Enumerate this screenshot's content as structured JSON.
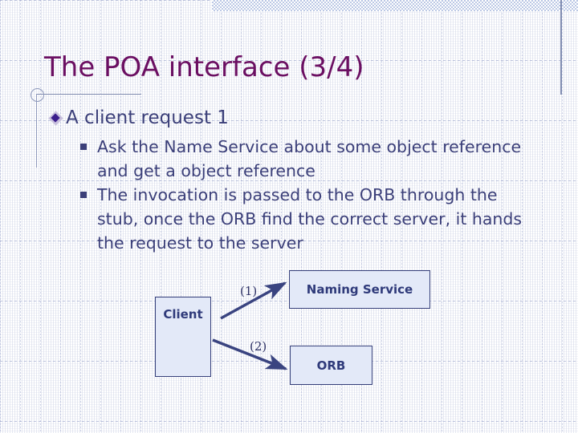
{
  "slide": {
    "title": "The POA interface (3/4)",
    "theme": {
      "title_color": "#6b0f62",
      "body_color": "#3b3f79",
      "node_fill": "#e3e9f8",
      "node_border": "#36407a",
      "accent_line": "#8d98bb",
      "band_color": "#b9c6e4"
    }
  },
  "content": {
    "level1": [
      {
        "text": "A client request 1",
        "bullet": "diamond-bullet-icon",
        "children": [
          "Ask the Name Service about some object reference and get a object reference",
          "The invocation is passed to the ORB through the stub, once the ORB find the correct server, it hands the request to the server"
        ]
      }
    ]
  },
  "diagram": {
    "nodes": [
      {
        "id": "client",
        "label": "Client"
      },
      {
        "id": "naming",
        "label": "Naming Service"
      },
      {
        "id": "orb",
        "label": "ORB"
      }
    ],
    "arrows": [
      {
        "id": "arrow-1",
        "label": "(1)",
        "from": "client",
        "to": "naming"
      },
      {
        "id": "arrow-2",
        "label": "(2)",
        "from": "client",
        "to": "orb"
      }
    ]
  }
}
